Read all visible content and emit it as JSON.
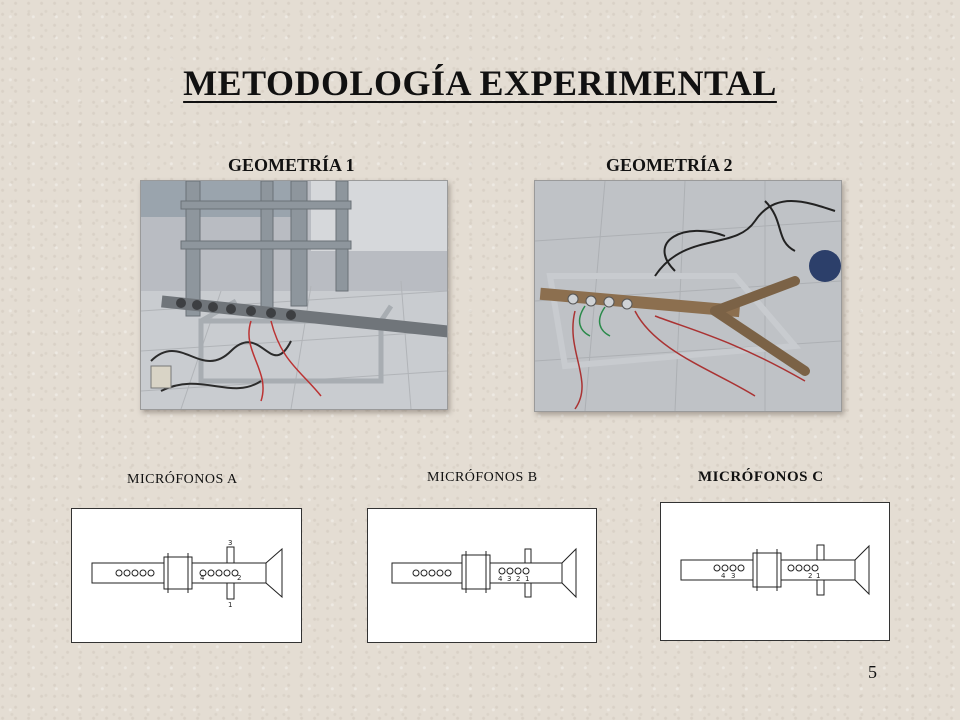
{
  "slide": {
    "title": "METODOLOGÍA EXPERIMENTAL",
    "page_number": "5"
  },
  "geometries": [
    {
      "label": "GEOMETRÍA 1"
    },
    {
      "label": "GEOMETRÍA 2"
    }
  ],
  "microphones": [
    {
      "label": "MICRÓFONOS  A",
      "digits": [
        "3",
        "4",
        "2",
        "1"
      ]
    },
    {
      "label": "MICRÓFONOS  B",
      "digits": [
        "4",
        "3",
        "2",
        "1"
      ]
    },
    {
      "label": "MICRÓFONOS C",
      "digits": [
        "4",
        "3",
        "2",
        "1"
      ]
    }
  ]
}
